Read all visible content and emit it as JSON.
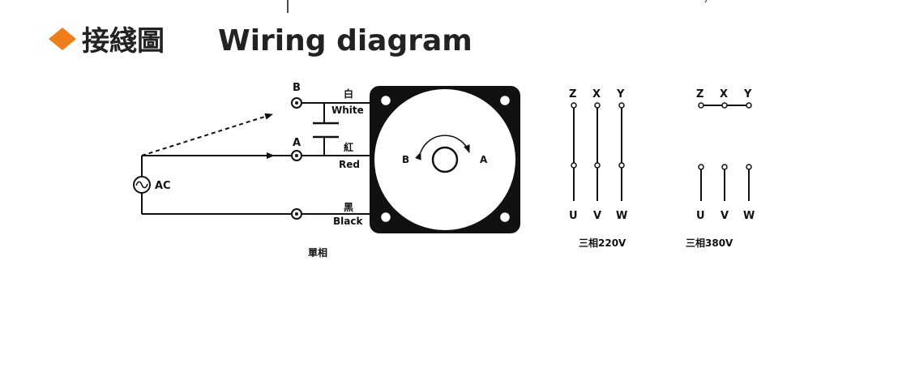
{
  "header": {
    "title_cn": "接綫圖",
    "title_en": "Wiring diagram",
    "accent_color": "#ef7d1a",
    "bullet_icon": "diamond-icon"
  },
  "single_phase": {
    "terminal_b": "B",
    "terminal_a": "A",
    "source": "AC",
    "white_cn": "白",
    "white_en": "White",
    "red_cn": "紅",
    "red_en": "Red",
    "black_cn": "黑",
    "black_en": "Black",
    "caption": "單相"
  },
  "motor": {
    "rotation_left": "B",
    "rotation_right": "A"
  },
  "three_phase_220": {
    "top": [
      "Z",
      "X",
      "Y"
    ],
    "bottom": [
      "U",
      "V",
      "W"
    ],
    "caption": "三相220V"
  },
  "three_phase_380": {
    "top": [
      "Z",
      "X",
      "Y"
    ],
    "bottom": [
      "U",
      "V",
      "W"
    ],
    "caption": "三相380V"
  }
}
